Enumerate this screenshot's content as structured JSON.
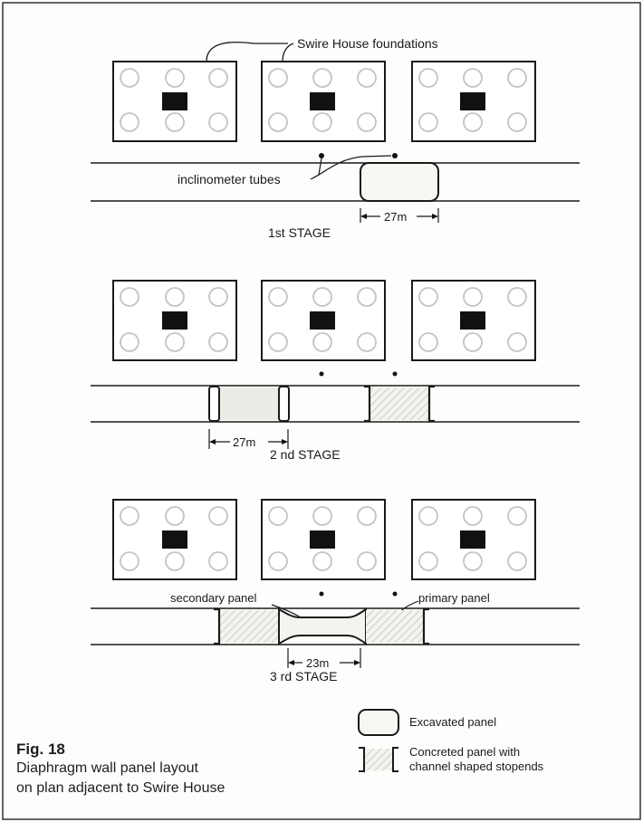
{
  "labels": {
    "foundations": "Swire House foundations",
    "inclinometer": "inclinometer tubes",
    "stage1": "1st  STAGE",
    "stage2": "2 nd  STAGE",
    "stage3": "3 rd  STAGE",
    "dim1": "27m",
    "dim2": "27m",
    "dim3": "23m",
    "secondary": "secondary panel",
    "primary": "primary panel"
  },
  "legend": {
    "excavated": "Excavated panel",
    "concreted_line1": "Concreted panel with",
    "concreted_line2": "channel shaped stopends"
  },
  "caption": {
    "fig": "Fig. 18",
    "line1": "Diaphragm wall panel layout",
    "line2": "on plan adjacent to Swire House"
  }
}
